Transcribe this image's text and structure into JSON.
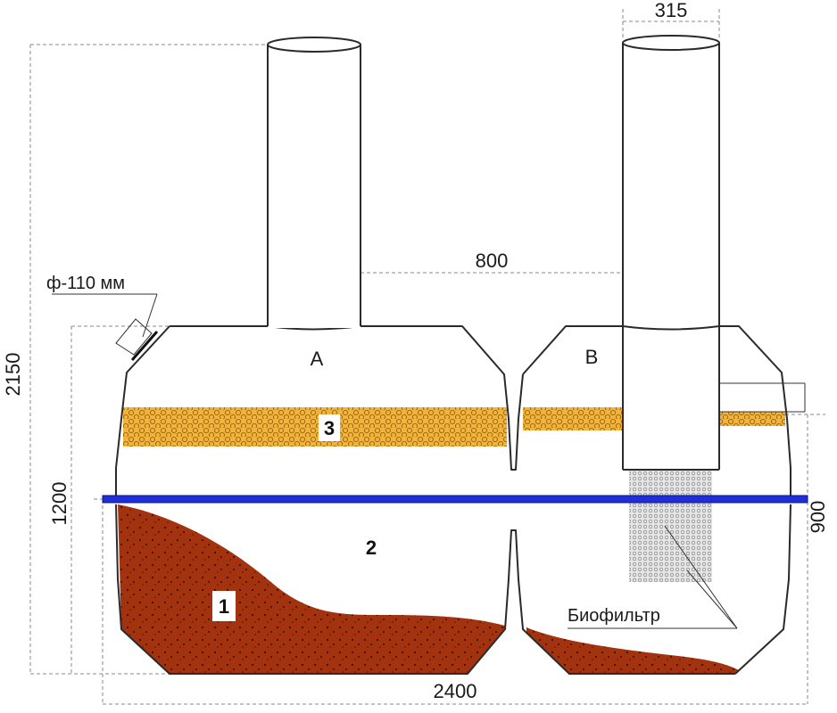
{
  "labels": {
    "pipe_diameter": "ф-110 мм",
    "height_total": "2150",
    "height_level": "1200",
    "height_right": "900",
    "width_total": "2400",
    "pipe_spacing": "800",
    "pipe_width": "315",
    "chamber_a": "A",
    "chamber_b": "B",
    "zone_sludge": "1",
    "zone_water": "2",
    "zone_scum": "3",
    "biofilter": "Биофильтр"
  },
  "colors": {
    "sludge": "#a3320f",
    "scum": "#f2b33c",
    "water_line": "#1e2fd8",
    "biofilter": "#d9d9d9",
    "outline": "#2a2a2a"
  }
}
